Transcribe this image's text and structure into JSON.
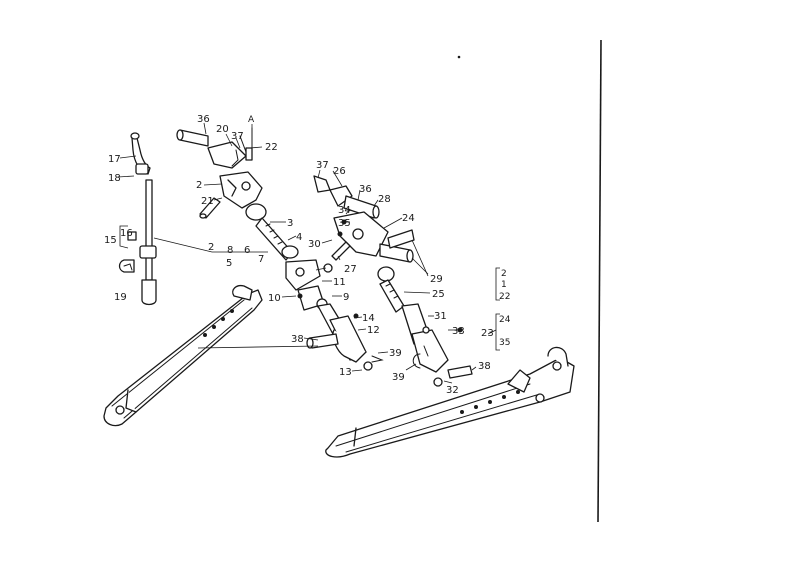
{
  "callouts": {
    "c36a": "36",
    "c20": "20",
    "c37a": "37",
    "cA": "A",
    "c22a": "22",
    "c17": "17",
    "c18": "18",
    "c2a": "2",
    "c21": "21",
    "c16": "16",
    "c15": "15",
    "c2b": "2",
    "c8": "8",
    "c6": "6",
    "c5": "5",
    "c19": "19",
    "c3": "3",
    "c4": "4",
    "c7": "7",
    "c11": "11",
    "c10": "10",
    "c9": "9",
    "c14": "14",
    "c12": "12",
    "c38a": "38",
    "c39a": "39",
    "c13": "13",
    "c37b": "37",
    "c26": "26",
    "c36b": "36",
    "c34": "34",
    "c28": "28",
    "c35": "35",
    "c24": "24",
    "c30": "30",
    "c27": "27",
    "c29": "29",
    "c25": "25",
    "c31": "31",
    "c33": "33",
    "c39b": "39",
    "c32": "32",
    "c38b": "38",
    "r2": "2",
    "r1": "1",
    "r22": "22",
    "r24": "24",
    "r23": "23",
    "r35": "35"
  }
}
